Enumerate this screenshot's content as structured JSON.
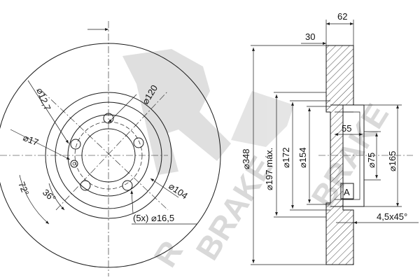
{
  "watermark": {
    "text": "BRAKE",
    "mark": "R",
    "color": "#d9d9d9"
  },
  "front_view": {
    "d_pcd": "⌀120",
    "d_hole": "⌀12,7",
    "d_pin": "⌀17",
    "d_hub": "⌀104",
    "bolts": "(5x) ⌀16,5",
    "angle1": "72°",
    "angle2": "36°"
  },
  "section_view": {
    "thickness": "62",
    "hat_depth": "30",
    "d_outer": "⌀348",
    "d_max": "⌀197 máx.",
    "d_172": "⌀172",
    "d_154": "⌀154",
    "depth_55": "55",
    "d_75": "⌀75",
    "d_165": "⌀165",
    "ref_a": "A",
    "chamfer": "4,5x45°"
  }
}
